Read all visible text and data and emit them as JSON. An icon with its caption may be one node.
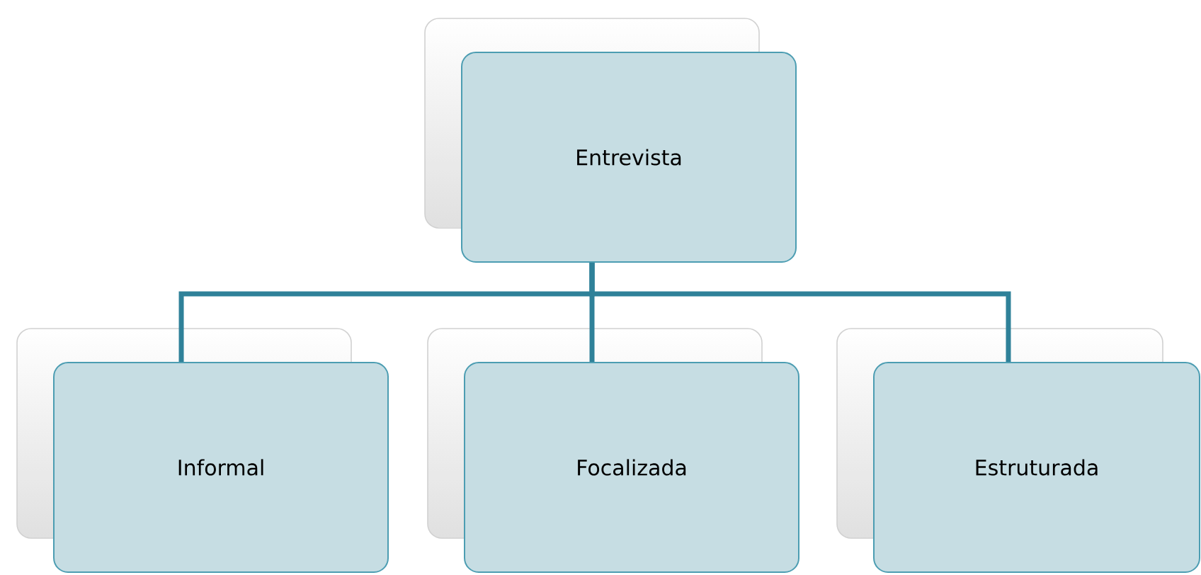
{
  "diagram": {
    "nodes": [
      {
        "text": [
          "Entrevista"
        ]
      },
      {
        "text": [
          "Informal"
        ]
      },
      {
        "text": [
          "Focalizada"
        ]
      },
      {
        "text": [
          "Estruturada"
        ]
      }
    ],
    "edges": [
      {
        "from": 0,
        "to": 1,
        "arrow": "none"
      },
      {
        "from": 0,
        "to": 2,
        "arrow": "none"
      },
      {
        "from": 0,
        "to": 3,
        "arrow": "none"
      }
    ]
  }
}
